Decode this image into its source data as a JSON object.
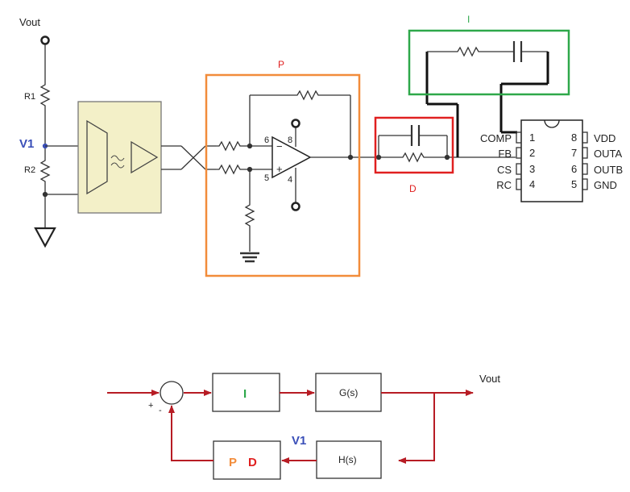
{
  "schematic": {
    "vout_label": "Vout",
    "r1_label": "R1",
    "r2_label": "R2",
    "v1_label": "V1",
    "p_label": "P",
    "d_label": "D",
    "i_label": "I",
    "opamp_pin_minus": "6",
    "opamp_pin_plus": "5",
    "opamp_pin_top": "8",
    "opamp_pin_bottom": "4",
    "opamp_sign_minus": "−",
    "opamp_sign_plus": "+",
    "ic_pins_left": [
      {
        "name": "COMP",
        "num": "1"
      },
      {
        "name": "FB",
        "num": "2"
      },
      {
        "name": "CS",
        "num": "3"
      },
      {
        "name": "RC",
        "num": "4"
      }
    ],
    "ic_pins_right": [
      {
        "name": "VDD",
        "num": "8"
      },
      {
        "name": "OUTA",
        "num": "7"
      },
      {
        "name": "OUTB",
        "num": "6"
      },
      {
        "name": "GND",
        "num": "5"
      }
    ]
  },
  "block_diagram": {
    "integrator_label": "I",
    "plant_label": "G(s)",
    "feedback_label": "H(s)",
    "pd_p_label": "P",
    "pd_d_label": "D",
    "plus_sign": "+",
    "minus_sign": "-",
    "output_label": "Vout",
    "feedback_signal_label": "V1"
  },
  "colors": {
    "p_box": "#f28c3a",
    "d_box": "#e02020",
    "i_box": "#2ea84a",
    "v1": "#3a4fb8",
    "arrow": "#b71c24",
    "optocoupler_fill": "#f3f0c8",
    "wire": "#333333"
  }
}
